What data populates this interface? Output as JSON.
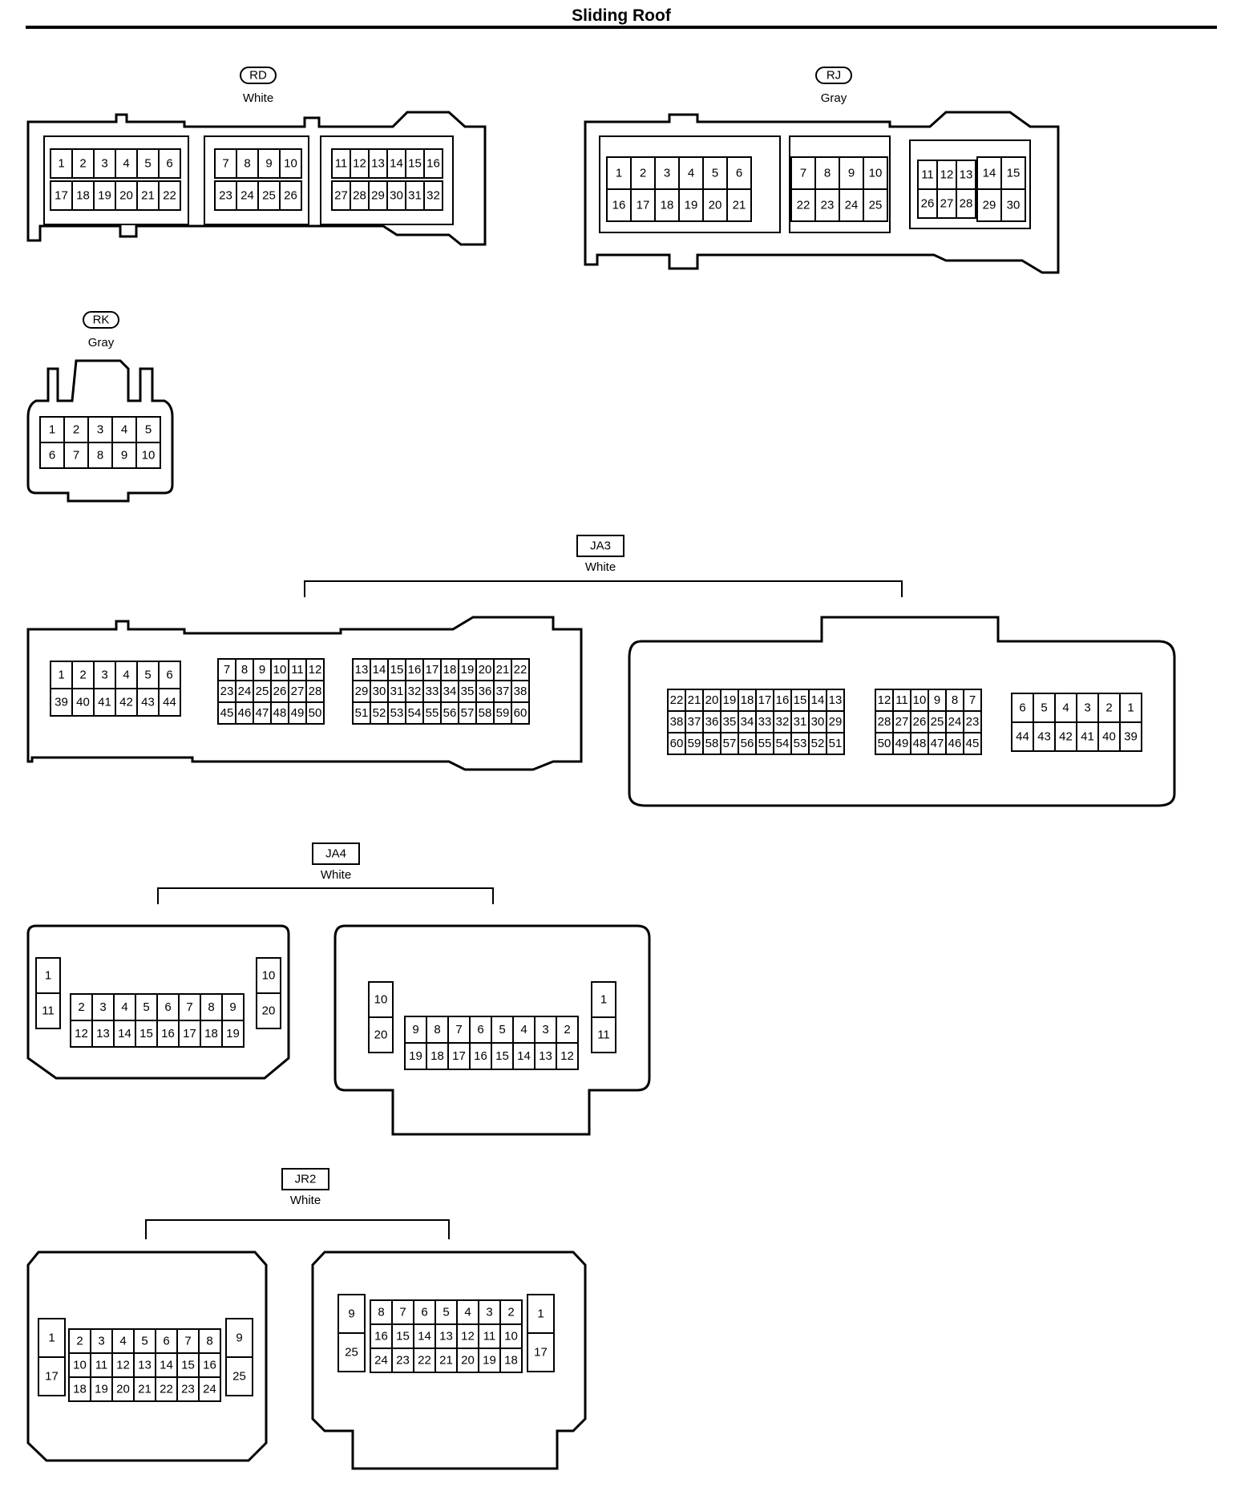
{
  "page": {
    "title": "Sliding Roof"
  },
  "connectors": {
    "RD": {
      "code": "RD",
      "color": "White",
      "rows": [
        [
          "1",
          "2",
          "3",
          "4",
          "5",
          "6",
          "7",
          "8",
          "9",
          "10",
          "11",
          "12",
          "13",
          "14",
          "15",
          "16"
        ],
        [
          "17",
          "18",
          "19",
          "20",
          "21",
          "22",
          "23",
          "24",
          "25",
          "26",
          "27",
          "28",
          "29",
          "30",
          "31",
          "32"
        ]
      ]
    },
    "RJ": {
      "code": "RJ",
      "color": "Gray",
      "rows": [
        [
          "1",
          "2",
          "3",
          "4",
          "5",
          "6",
          "7",
          "8",
          "9",
          "10",
          "11",
          "12",
          "13",
          "14",
          "15"
        ],
        [
          "16",
          "17",
          "18",
          "19",
          "20",
          "21",
          "22",
          "23",
          "24",
          "25",
          "26",
          "27",
          "28",
          "29",
          "30"
        ]
      ]
    },
    "RK": {
      "code": "RK",
      "color": "Gray",
      "rows": [
        [
          "1",
          "2",
          "3",
          "4",
          "5"
        ],
        [
          "6",
          "7",
          "8",
          "9",
          "10"
        ]
      ]
    },
    "JA3": {
      "code": "JA3",
      "color": "White",
      "male_rows": [
        [
          "1",
          "2",
          "3",
          "4",
          "5",
          "6",
          "7",
          "8",
          "9",
          "10",
          "11",
          "12",
          "13",
          "14",
          "15",
          "16",
          "17",
          "18",
          "19",
          "20",
          "21",
          "22"
        ],
        [
          "39",
          "40",
          "41",
          "42",
          "43",
          "44",
          "23",
          "24",
          "25",
          "26",
          "27",
          "28",
          "29",
          "30",
          "31",
          "32",
          "33",
          "34",
          "35",
          "36",
          "37",
          "38"
        ],
        [
          "45",
          "46",
          "47",
          "48",
          "49",
          "50",
          "51",
          "52",
          "53",
          "54",
          "55",
          "56",
          "57",
          "58",
          "59",
          "60"
        ]
      ],
      "female_rows": [
        [
          "22",
          "21",
          "20",
          "19",
          "18",
          "17",
          "16",
          "15",
          "14",
          "13",
          "12",
          "11",
          "10",
          "9",
          "8",
          "7",
          "6",
          "5",
          "4",
          "3",
          "2",
          "1"
        ],
        [
          "38",
          "37",
          "36",
          "35",
          "34",
          "33",
          "32",
          "31",
          "30",
          "29",
          "28",
          "27",
          "26",
          "25",
          "24",
          "23"
        ],
        [
          "60",
          "59",
          "58",
          "57",
          "56",
          "55",
          "54",
          "53",
          "52",
          "51",
          "50",
          "49",
          "48",
          "47",
          "46",
          "45",
          "44",
          "43",
          "42",
          "41",
          "40",
          "39"
        ]
      ]
    },
    "JA4": {
      "code": "JA4",
      "color": "White",
      "male_pins": [
        "1",
        "11",
        "2",
        "3",
        "4",
        "5",
        "6",
        "7",
        "8",
        "9",
        "12",
        "13",
        "14",
        "15",
        "16",
        "17",
        "18",
        "19",
        "10",
        "20"
      ],
      "female_pins": [
        "10",
        "20",
        "9",
        "8",
        "7",
        "6",
        "5",
        "4",
        "3",
        "2",
        "19",
        "18",
        "17",
        "16",
        "15",
        "14",
        "13",
        "12",
        "1",
        "11"
      ]
    },
    "JR2": {
      "code": "JR2",
      "color": "White",
      "male_pins": [
        "1",
        "17",
        "2",
        "3",
        "4",
        "5",
        "6",
        "7",
        "8",
        "10",
        "11",
        "12",
        "13",
        "14",
        "15",
        "16",
        "18",
        "19",
        "20",
        "21",
        "22",
        "23",
        "24",
        "9",
        "25"
      ],
      "female_pins": [
        "9",
        "25",
        "8",
        "7",
        "6",
        "5",
        "4",
        "3",
        "2",
        "16",
        "15",
        "14",
        "13",
        "12",
        "11",
        "10",
        "24",
        "23",
        "22",
        "21",
        "20",
        "19",
        "18",
        "1",
        "17"
      ]
    }
  }
}
